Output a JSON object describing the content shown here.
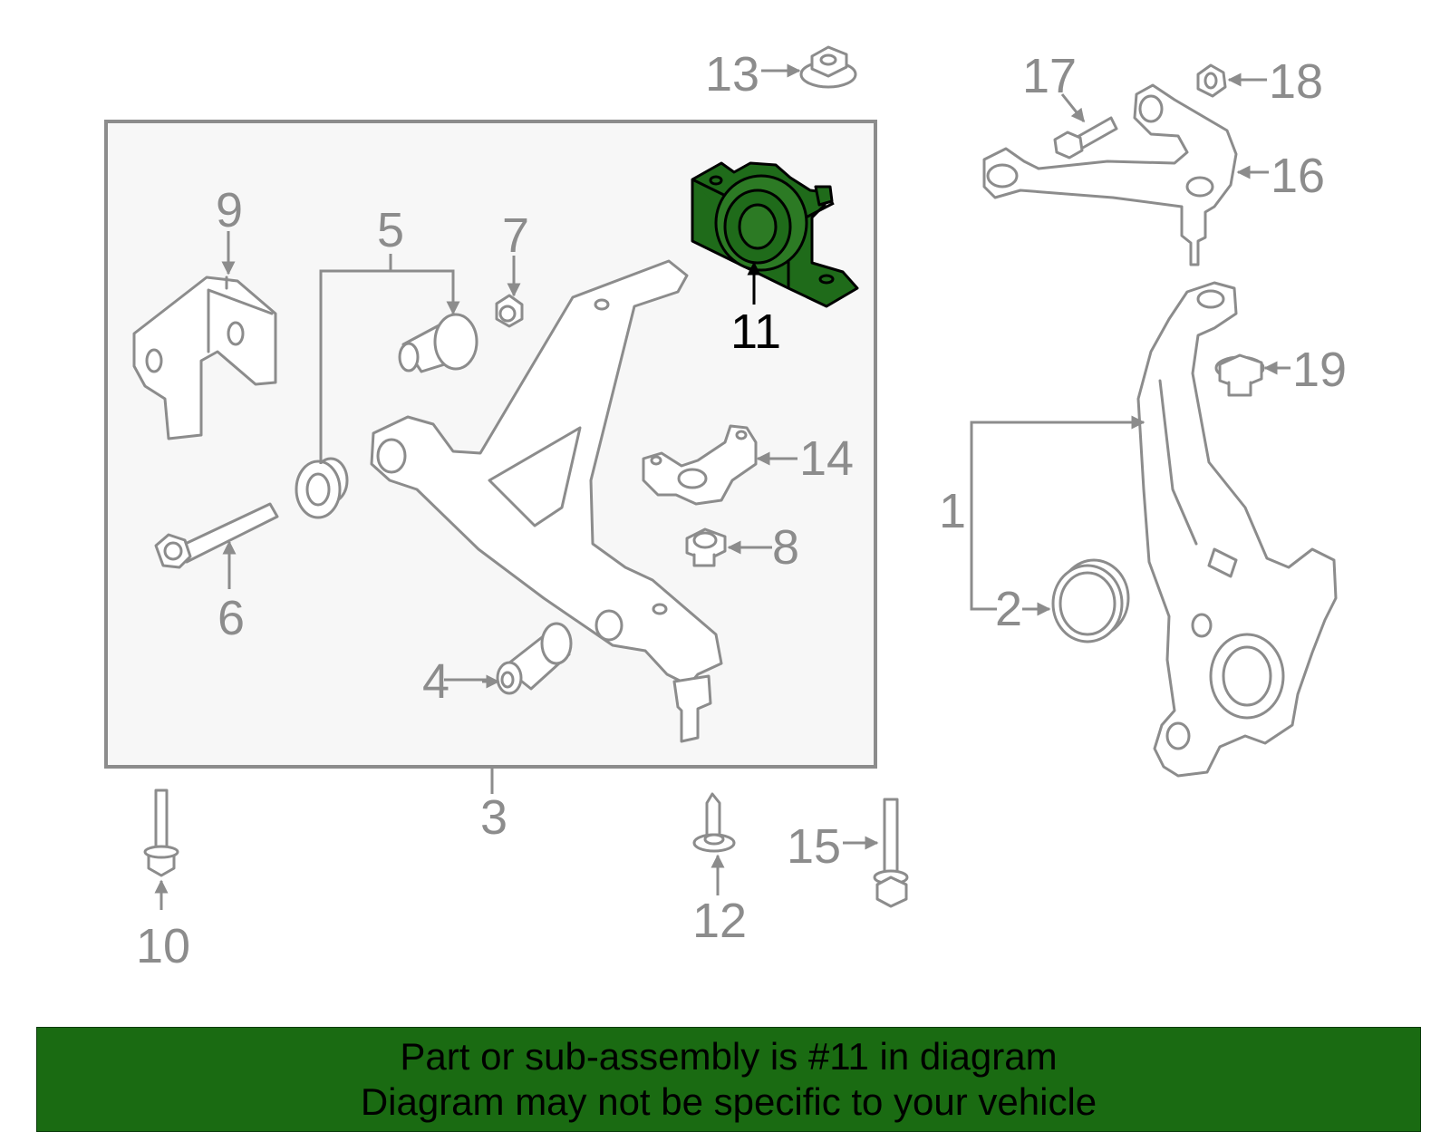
{
  "colors": {
    "highlight": "#1f6b1a",
    "banner_bg": "#1a6b12",
    "line": "#8c8c8c",
    "box_fill": "#f7f7f7"
  },
  "callouts": {
    "c1": "1",
    "c2": "2",
    "c3": "3",
    "c4": "4",
    "c5": "5",
    "c6": "6",
    "c7": "7",
    "c8": "8",
    "c9": "9",
    "c10": "10",
    "c11": "11",
    "c12": "12",
    "c13": "13",
    "c14": "14",
    "c15": "15",
    "c16": "16",
    "c17": "17",
    "c18": "18",
    "c19": "19"
  },
  "highlighted_part": "11",
  "banner": {
    "line1": "Part or sub-assembly is #11 in diagram",
    "line2": "Diagram may not be specific to your vehicle"
  }
}
